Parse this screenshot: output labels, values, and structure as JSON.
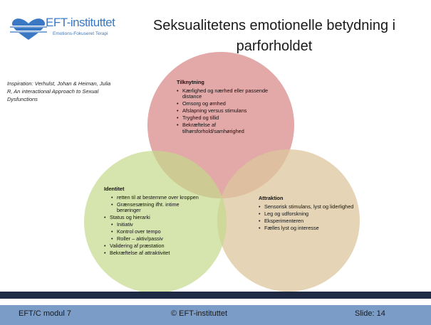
{
  "logo": {
    "name": "EFT-instituttet",
    "subtitle": "Emotions-Fokuseret Terapi",
    "icon": "heart-logo-icon",
    "color": "#3a78c4"
  },
  "title": "Seksualitetens emotionelle betydning i parforholdet",
  "inspiration": "Inspiration: Verhulst, Johan & Heiman, Julia R, An interactional Approach to Sexual Dysfunctions",
  "circles": {
    "tilknytning": {
      "title": "Tilknytning",
      "color": "#d98b8b",
      "items": [
        "Kærlighed og nærhed eller passende distance",
        "Omsorg og ømhed",
        "Afslapning versus stimulans",
        "Tryghed og tillid",
        "Bekræftelse af tilhørsforhold/samhørighed"
      ]
    },
    "identitet": {
      "title": "Identitet",
      "color": "#c5d98c",
      "items": [
        {
          "text": "retten til at bestemme over kroppen",
          "sub": true
        },
        {
          "text": "Grænsesætning ifht. intime berøringer",
          "sub": true
        },
        {
          "text": "Status og hierarki",
          "sub": false
        },
        {
          "text": "Initiativ",
          "sub": true
        },
        {
          "text": "Kontrol over tempo",
          "sub": true
        },
        {
          "text": "Roller – aktiv/passiv",
          "sub": true
        },
        {
          "text": "Validering af præstation",
          "sub": false
        },
        {
          "text": "Bekræftelse af attraktivitet",
          "sub": false
        }
      ]
    },
    "attraktion": {
      "title": "Attraktion",
      "color": "#dcc79e",
      "items": [
        "Sensorisk stimulans, lyst og liderlighed",
        "Leg og udforskning",
        "Eksperimenteren",
        "Fælles lyst og interesse"
      ]
    }
  },
  "footer": {
    "left": "EFT/C modul 7",
    "center": "© EFT-instituttet",
    "right": "Slide: 14",
    "bar_color": "#7a9cc6",
    "thin_bar_color": "#1f2a44"
  }
}
